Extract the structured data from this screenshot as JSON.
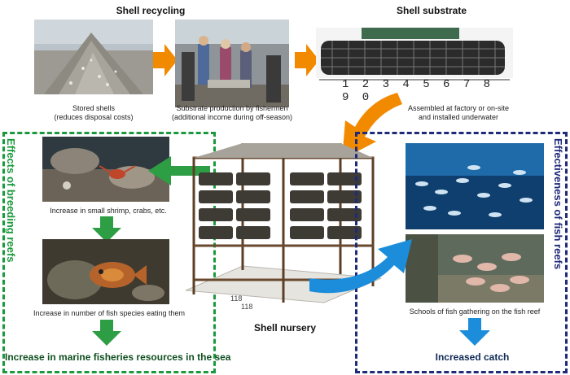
{
  "top": {
    "shell_recycling_title": "Shell recycling",
    "shell_substrate_title": "Shell substrate",
    "stored_shells_caption_1": "Stored shells",
    "stored_shells_caption_2": "(reduces disposal costs)",
    "substrate_caption_1": "Substrate production by fishermen",
    "substrate_caption_2": "(additional income during off-season)",
    "assembled_caption_1": "Assembled at factory or on-site",
    "assembled_caption_2": "and installed underwater",
    "ruler_digits": "1 2 3 4 5 6 7 8 9 0"
  },
  "left_panel": {
    "side_title": "Effects of breeding reefs",
    "caption_1": "Increase in small shrimp, crabs, etc.",
    "caption_2": "Increase in number of fish species eating them",
    "result": "Increase in marine fisheries resources in the sea"
  },
  "center": {
    "nursery_title": "Shell nursery",
    "base_label_1": "118",
    "base_label_2": "118"
  },
  "right_panel": {
    "side_title": "Effectiveness of fish reefs",
    "caption_1": "Schools of fish gathering on the fish reef",
    "result": "Increased catch"
  },
  "colors": {
    "green_frame": "#1a9a3c",
    "blue_frame": "#1e2a7a",
    "orange_arrow": "#f28a00",
    "green_arrow": "#2e9e45",
    "blue_arrow": "#1b8ddb"
  }
}
